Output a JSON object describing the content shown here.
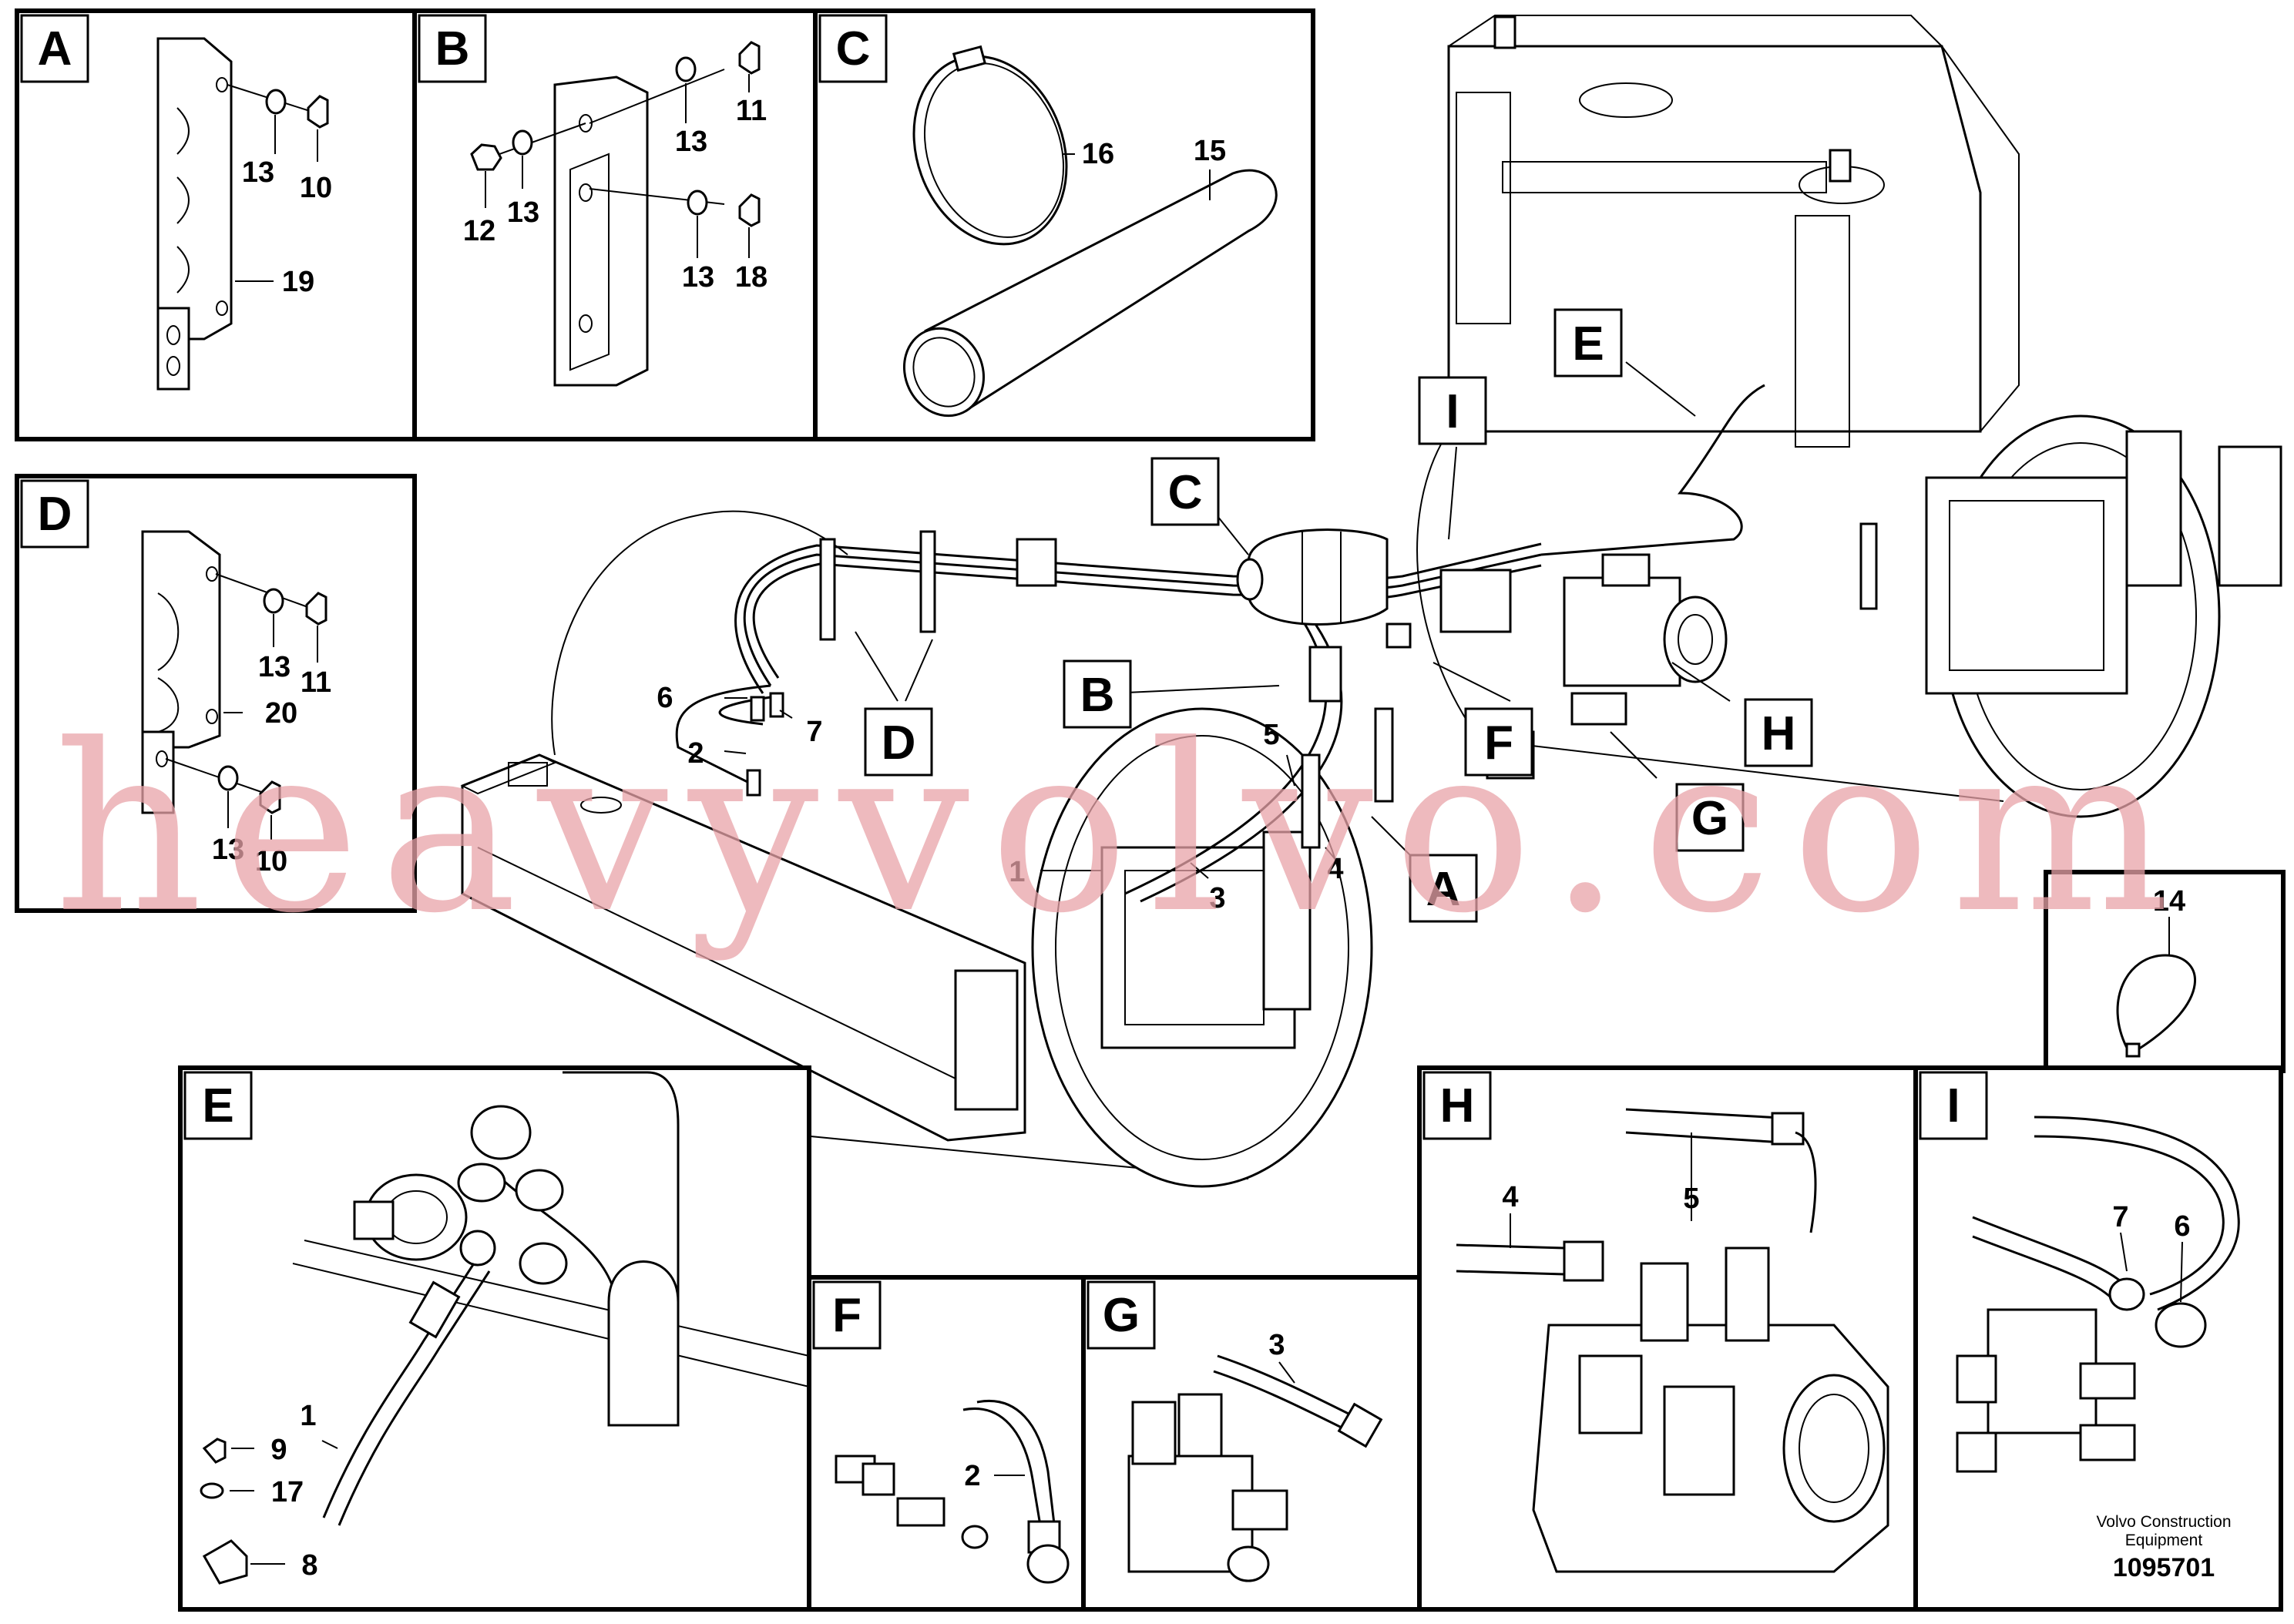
{
  "panels": {
    "A": {
      "label": "A",
      "callouts": [
        "13",
        "10",
        "19"
      ]
    },
    "B": {
      "label": "B",
      "callouts": [
        "13",
        "11",
        "12",
        "13",
        "13",
        "18"
      ]
    },
    "C": {
      "label": "C",
      "callouts": [
        "16",
        "15"
      ]
    },
    "D": {
      "label": "D",
      "callouts": [
        "13",
        "11",
        "20",
        "13",
        "10"
      ]
    },
    "E": {
      "label": "E",
      "callouts": [
        "9",
        "1",
        "17",
        "8"
      ]
    },
    "F": {
      "label": "F",
      "callouts": [
        "2"
      ]
    },
    "G": {
      "label": "G",
      "callouts": [
        "3"
      ]
    },
    "H": {
      "label": "H",
      "callouts": [
        "5",
        "4"
      ]
    },
    "I": {
      "label": "I",
      "callouts": [
        "7",
        "6"
      ]
    },
    "P14": {
      "callouts": [
        "14"
      ]
    }
  },
  "main": {
    "tags": [
      "C",
      "I",
      "E",
      "B",
      "F",
      "H",
      "D",
      "G",
      "A"
    ],
    "callouts": [
      "6",
      "7",
      "2",
      "5",
      "1",
      "3",
      "4"
    ]
  },
  "watermark": "heavyvolvo.com",
  "footer": {
    "brand_line1": "Volvo Construction",
    "brand_line2": "Equipment",
    "part_number": "1095701"
  }
}
